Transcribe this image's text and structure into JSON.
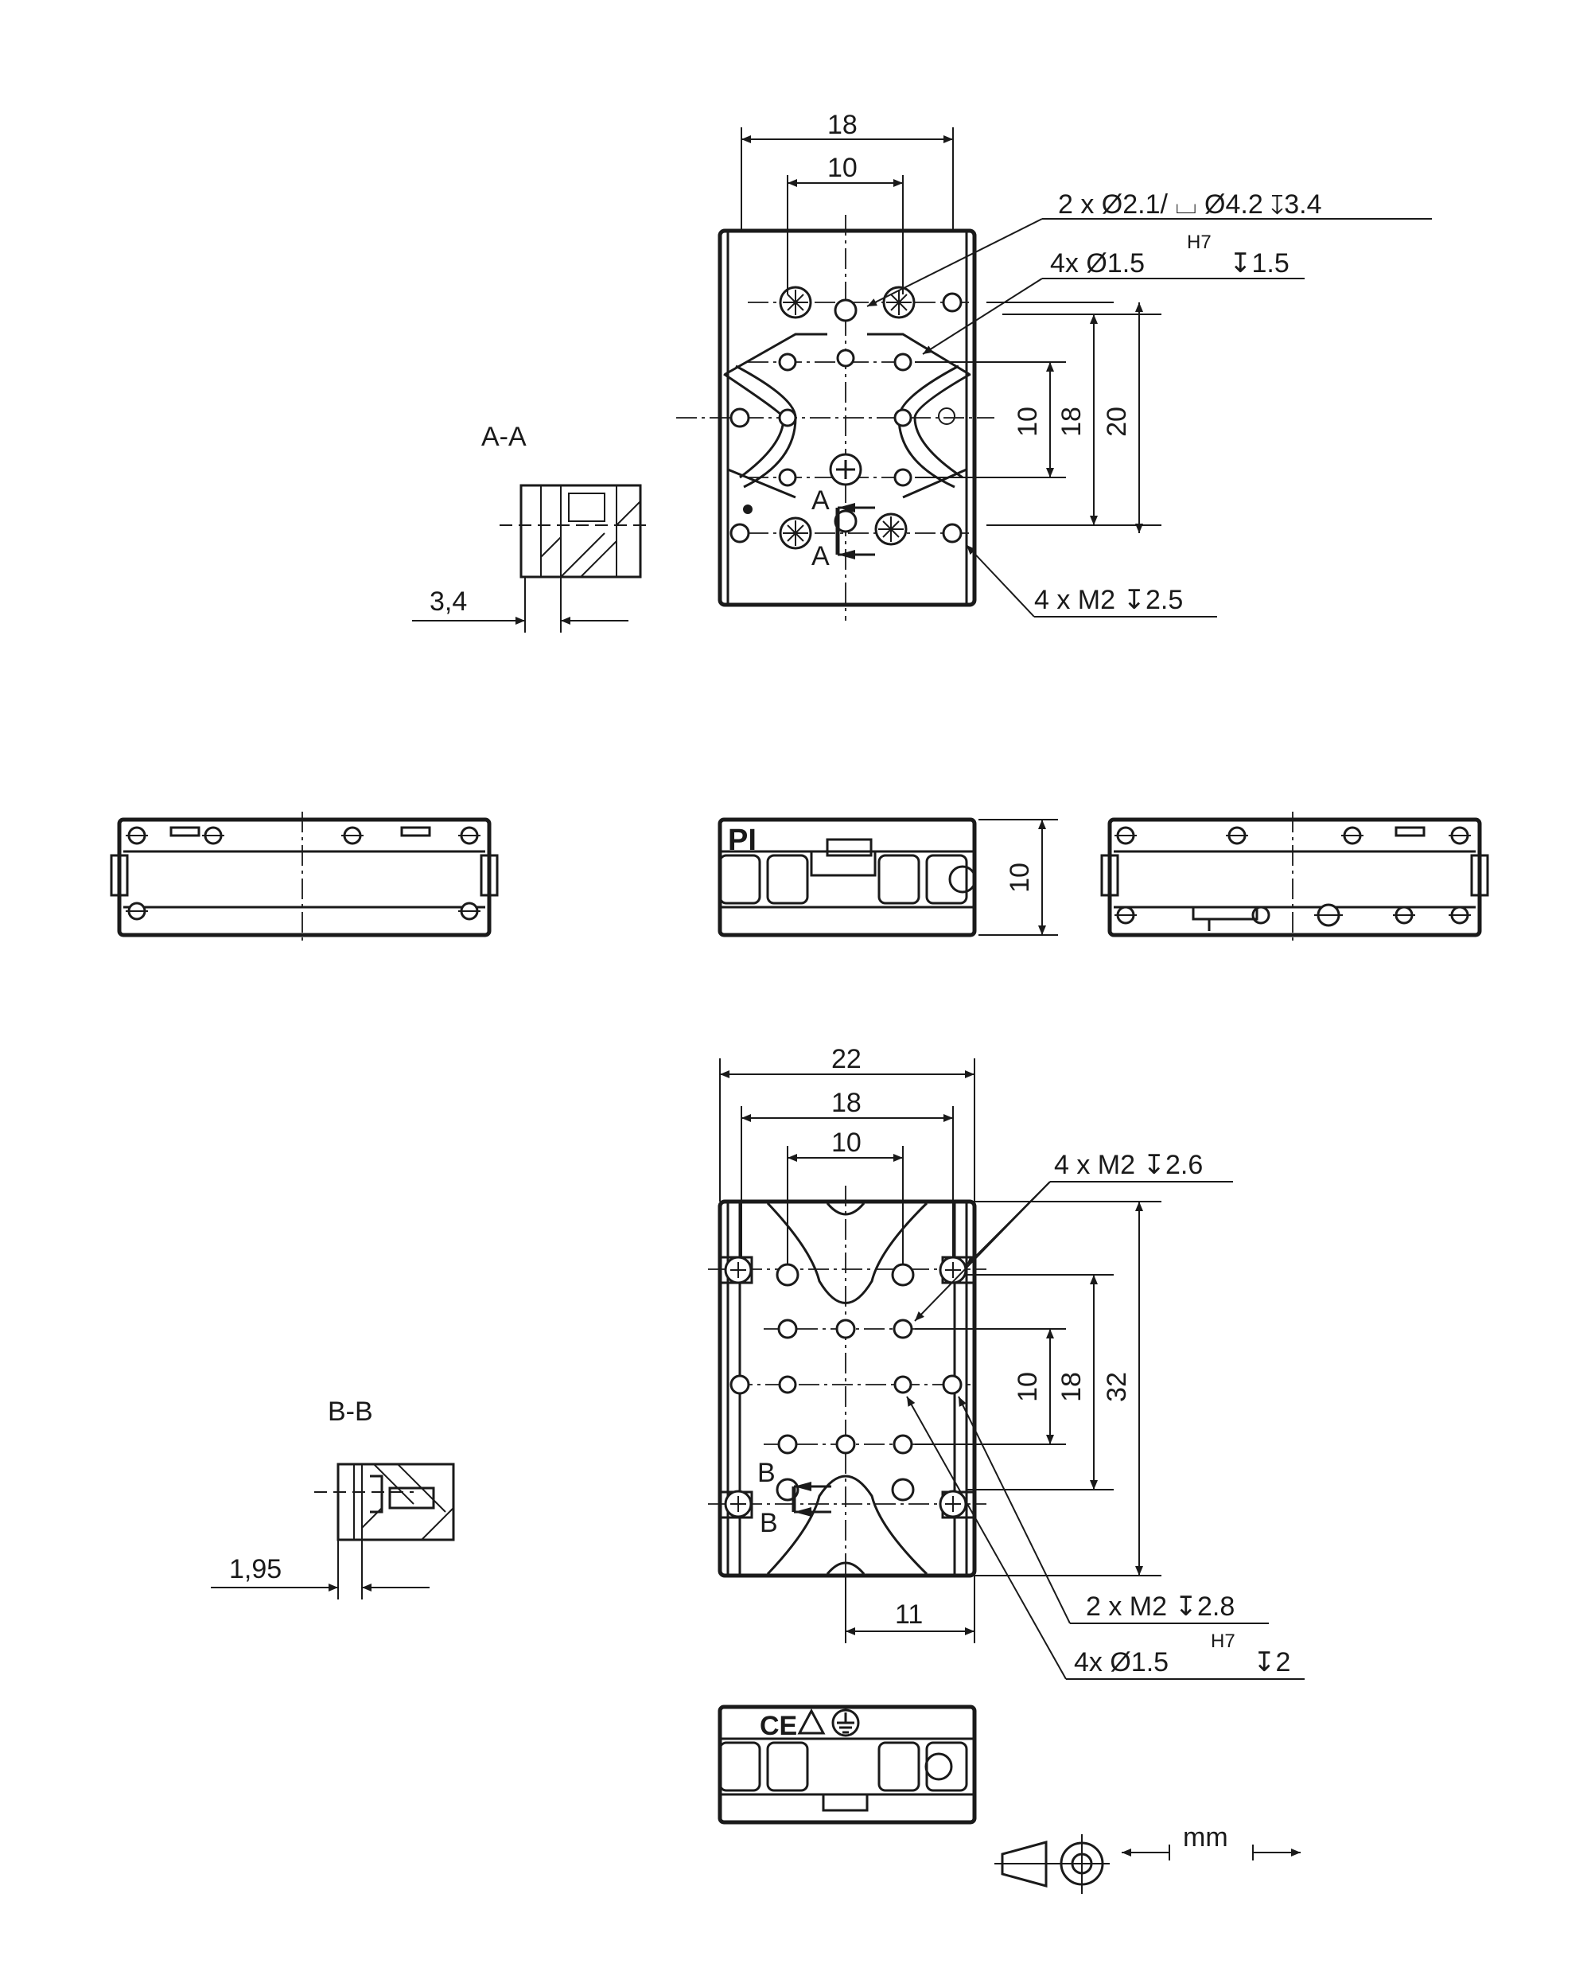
{
  "top_view": {
    "dims": {
      "width_outer": "18",
      "width_inner": "10",
      "h_10": "10",
      "h_18": "18",
      "h_20": "20"
    },
    "callouts": {
      "counterbore": "2 x Ø2.1/ ⌴ Ø4.2 ↧3.4",
      "pin_holes_main": "4x Ø1.5",
      "pin_holes_tol": "H7",
      "pin_holes_depth": "↧1.5",
      "threads": "4 x M2 ↧2.5"
    },
    "section_marks": [
      "A",
      "A"
    ]
  },
  "section_a": {
    "title": "A-A",
    "dim": "3,4"
  },
  "side_views": {
    "height_dim": "10"
  },
  "bottom_view": {
    "dims": {
      "width_22": "22",
      "width_18": "18",
      "width_10": "10",
      "h_10": "10",
      "h_18": "18",
      "h_32": "32",
      "offset_11": "11"
    },
    "callouts": {
      "threads_26": "4 x M2 ↧2.6",
      "threads_28": "2 x M2 ↧2.8",
      "pin_holes_main": "4x Ø1.5",
      "pin_holes_tol": "H7",
      "pin_holes_depth": "↧2"
    },
    "section_marks": [
      "B",
      "B"
    ]
  },
  "section_b": {
    "title": "B-B",
    "dim": "1,95"
  },
  "units": {
    "label": "mm"
  },
  "icons": [
    "projection-symbol-icon",
    "screw-head-icon",
    "ce-mark-icon",
    "warning-triangle-icon",
    "ground-symbol-icon"
  ]
}
